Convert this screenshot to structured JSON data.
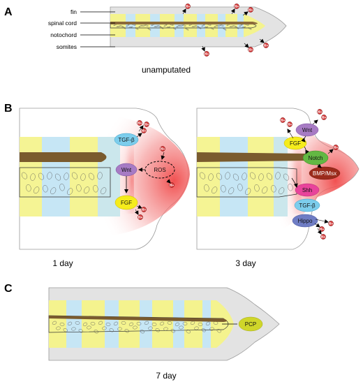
{
  "panels": {
    "A": {
      "letter": "A",
      "caption": "unamputated",
      "labels": {
        "fin": "fin",
        "spinal_cord": "spinal cord",
        "notochord": "notochord",
        "somites": "somites"
      }
    },
    "B": {
      "letter": "B",
      "left_caption": "1 day",
      "right_caption": "3 day",
      "left_factors": {
        "tgfb": "TGF-β",
        "wnt": "Wnt",
        "ros": "ROS",
        "fgf": "FGF"
      },
      "right_factors": {
        "wnt": "Wnt",
        "fgf": "FGF",
        "notch": "Notch",
        "bmp": "BMP/Msx",
        "shh": "Shh",
        "tgfb": "TGF-β",
        "hippo": "Hippo"
      }
    },
    "C": {
      "letter": "C",
      "caption": "7 day",
      "factor": "PCP"
    }
  },
  "ion_label": "H+",
  "colors": {
    "yellow_band": "#f4f38e",
    "blue_band": "#c6e6f5",
    "fin_gray": "#e3e3e3",
    "cord_brown": "#8b6a3a",
    "blastema_red": "#f05a5a",
    "tgfb": "#7ccdec",
    "wnt": "#a77bc4",
    "fgf": "#f5ec1c",
    "notch": "#63b843",
    "bmp": "#9b2b1b",
    "shh": "#e8449b",
    "hippo": "#6f7dc4",
    "pcp": "#cfd62a",
    "ros": "#f6b4b4"
  }
}
